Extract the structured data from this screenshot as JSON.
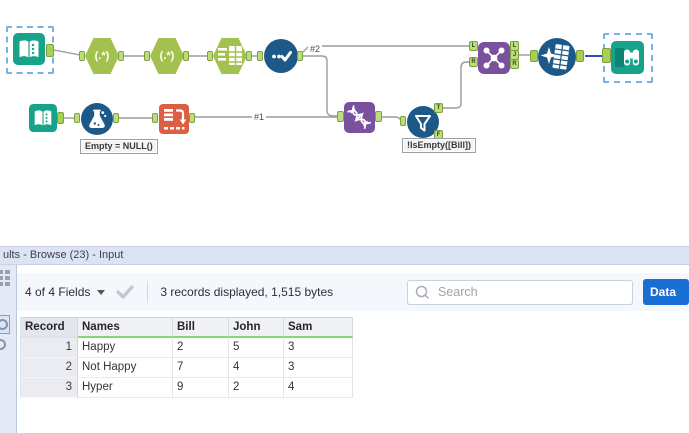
{
  "workflow": {
    "regex_label": "(.*)",
    "connection_labels": {
      "first": "#1",
      "second": "#2"
    },
    "annotations": {
      "formula_tool": "Empty = NULL()",
      "filter_tool": "!IsEmpty([Bill])"
    },
    "ports": {
      "join_inputs": [
        "L",
        "R"
      ],
      "join_outputs": [
        "L",
        "J",
        "R"
      ],
      "filter_outputs": [
        "T",
        "F"
      ]
    },
    "tools": [
      {
        "name": "input-data-1",
        "icon": "open-book-icon",
        "selected": true
      },
      {
        "name": "regex-1",
        "icon": "regex-icon"
      },
      {
        "name": "regex-2",
        "icon": "regex-icon"
      },
      {
        "name": "text-to-columns",
        "icon": "text-table-icon"
      },
      {
        "name": "unique",
        "icon": "dots-check-icon"
      },
      {
        "name": "join",
        "icon": "node-network-icon"
      },
      {
        "name": "data-cleansing",
        "icon": "sparkle-table-icon"
      },
      {
        "name": "browse",
        "icon": "binoculars-icon",
        "selected": true
      },
      {
        "name": "input-data-2",
        "icon": "open-book-icon"
      },
      {
        "name": "formula",
        "icon": "flask-icon"
      },
      {
        "name": "transpose",
        "icon": "pivot-table-icon"
      },
      {
        "name": "dna-join",
        "icon": "dna-helix-icon"
      },
      {
        "name": "filter",
        "icon": "funnel-icon"
      }
    ],
    "colors": {
      "io_teal": "#16a38a",
      "parse_green": "#a3c14f",
      "prep_blue": "#1d5988",
      "join_purple": "#79519f",
      "transform_orange": "#dd5f43",
      "anchor_lime": "#bcdc7e",
      "connection_gray": "#9b9b9b",
      "selected_connection_blue": "#2e46d2",
      "selection_dash_blue": "#74b2ea"
    }
  },
  "results_panel": {
    "title": "ults - Browse (23) - Input",
    "toolbar": {
      "fields_summary": "4 of 4 Fields",
      "records_summary": "3 records displayed, 1,515 bytes",
      "search_placeholder": "Search",
      "data_button_label": "Data"
    },
    "table": {
      "columns": [
        "Record",
        "Names",
        "Bill",
        "John",
        "Sam"
      ],
      "rows": [
        {
          "record": "1",
          "names": "Happy",
          "bill": "2",
          "john": "5",
          "sam": "3"
        },
        {
          "record": "2",
          "names": "Not Happy",
          "bill": "7",
          "john": "4",
          "sam": "3"
        },
        {
          "record": "3",
          "names": "Hyper",
          "bill": "9",
          "john": "2",
          "sam": "4"
        }
      ]
    },
    "colors": {
      "header_bar": "#dce4f4",
      "toolbar_bg": "#f4f7fc",
      "green_underline": "#82d96d",
      "data_button_blue": "#1a6fd4"
    }
  }
}
